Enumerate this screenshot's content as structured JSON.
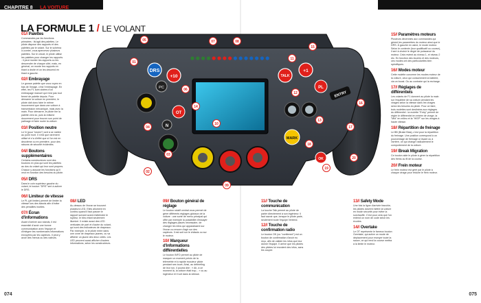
{
  "header": {
    "chapter": "CHAPITRE 8",
    "chapter_sub": "LA VOITURE"
  },
  "title": {
    "main": "LA FORMULE 1",
    "sub": "LE VOLANT"
  },
  "left_items": [
    {
      "num": "01",
      "title": "Palettes",
      "text": "Commandes par les fonctions primaires : ils'agit des palettes. Le pilote dispose des rapports et des palettes par le volant. Sur le schéma ci-contre, vous apercevez plusieurs palettes. Sur le circuit, le pilote utilise les palettes pour changer les rapports : il peut monter les rapports ou les descendre de chaque côté, mais, en général, on monte les rapports en tirant à droite et on les descend en tirant à gauche."
    },
    {
      "num": "02",
      "title": "Embrayage",
      "text": "Le grosse palette que vous voyez en bas de l'image, c'est l'embrayage. En effet, les F1 sont dotées d'un embrayage manuel qui n'est pas tout fermé de palette depuis. Pour démarrer la voiture en première, le pilote doit donc faire le même mouvement que dans une voiture à transmission mécanique, mais avec la main. Pour démarrer, le pilote tire la palette vers lui, puis la relâche doucement pour trouver son point de patinage et faire rouler la voiture."
    },
    {
      "num": "03",
      "title": "Position neutre",
      "text": "Le N (pour \"neutre\") sert à se mettre au point mort. Il n'est que rarement utilisé et n'a d'effet que si l'on est en deuxième ou en première, pour des raisons de sécurité évidentes."
    },
    {
      "num": "04",
      "title": "Boutons supplémentaires",
      "text": "Certains constructeurs sont des boutons en plus qui sont les palettes au dos du volant qui leur sont propres. Chacun y associe les fonctions qu'il veut en fonction des besoins du pilote."
    },
    {
      "num": "05",
      "title": "DRS",
      "text": "Dans le coin supérieur gauche du volant, le bouton \"DRS\" sert à activer le DRS."
    },
    {
      "num": "06",
      "title": "Limiteur de vitesse",
      "text": "Le PL (pit limiter) permet de limiter la vitesse lors des stands afin d'éviter des pénalités inutiles."
    },
    {
      "num": "07",
      "title": "Écran d'informations",
      "text": "Avant d'arriver aux stands, il est essentiel d'avoir une bonne communication avec l'équipe et d'intégrer les nombreuses informations envoyées par les capteurs. Il peut y avoir des menus ou des valeurs."
    }
  ],
  "bottom_items": [
    {
      "num": "08",
      "title": "LED",
      "text": "Au-dessus de l'écran se trouvent plusieurs LED. Elles allument en continu quand il faut passer le rapport suivant avant d'atteindre le rupteur, le bleu étant seulement illuminé. Il existe aussi des LED verticales de part et d'autre du volant, qui sont des indicateurs de drapeaux. Par exemple, si le pilote entre dans une zone de drapeaux jaunes, ou va afficher un jaune des deux côtés. Les LED peuvent aussi afficher d'autres informations, selon les constructeurs."
    },
    {
      "num": "09",
      "title": "Bouton général de réglage",
      "text": "Le bouton rotatif central vous permet de gérer différents réglages globaux de la voiture : une sorte de menu principal qui offre par exemple la possibilité d'essayer des réglages placés nécessaire, de changer les infos qui apparaissent sur l'écran ou encore d'agir sur des capteurs. Il est soit sur le châssis ou sur le moteur."
    },
    {
      "num": "10",
      "title": "Marqueur d'informations différentielles",
      "text": "Le bouton INFO permet au pilote de marquer un moment précis de la télémétrie et à rapide écouteur pilote pendant ses tours. Ainsi, au débriefing de leur run, il pourra dire : « Ah, à ce moment là, la voiture était trop... » ou au ingénieur et il voit dans la vitesse."
    },
    {
      "num": "11",
      "title": "Touche de communication",
      "text": "La touche Talk permet au pilote de parler directement à son ingénieur. Il faut savoir que, lorsque le pilote parle, seulement toute l'équipe l'entend."
    },
    {
      "num": "12",
      "title": "Touche de confirmation radio",
      "text": "Le bouton OK (ou \"confirmed\") est un bouton de confirmation d'avoir eu reçu, afin de valider les infos que leur donne l'équipe. Il arrive que les pilotes des pilotes lui envoient des infos, sans les couper."
    },
    {
      "num": "13",
      "title": "Safety Mode",
      "text": "Une fois la ligne d'arrivée franchie, les pilotes doivent mettre la voiture en mode sécurité pour éviter la surchauffe. C'est pour cela que l'on entend un nom de code selon les écuries."
    },
    {
      "num": "14",
      "title": "Overtake",
      "text": "Le OT représente le fameux bouton Overtake, qui active un mode de déplacement pour envoyer toute la sauce, ce qui rend la course mettra à la limite le moteur."
    }
  ],
  "right_items": [
    {
      "num": "15",
      "title": "Paramètres moteurs",
      "text": "Plusieurs décennies aux commandes qui gèrent les paramètres du moteur ainsi que le DRS. À gauche en usine, le mode moteur. Selon le contexte (tour qualificatif ou course), il sert à choisir le degré de puissance du moteur. Cela revient au niveau 1, et niveau 2 etc. En fonction des écuries et des moteurs, ces modes ont des particularités bien spécifiques."
    },
    {
      "num": "16",
      "title": "Modes moteur",
      "text": "Cette molette concerne les modes moteur de la voiture, ceux qui consomment la batterie, via un boost. Ou au contraire qui la recharge."
    },
    {
      "num": "17",
      "title": "Réglages de différentiels",
      "text": "Les volants de F1 donnent au pilote la main sur l'équilibre de sa voiture pendant les virages selon la vitesse dans les virages selon les besoins du pilote. Pour ce faire, trois molettes sont destinées aux réglages du différentiel : la molette \"Entry\" permet de régler le différentiel en entrée de virage, la \"Mid\" en milieu et la \"HiSP\" sur les virages à haute vitesse."
    },
    {
      "num": "18",
      "title": "Répartition de freinage",
      "text": "Le BB (Brake Bias), c'est pour la répartition du freinage. Une position correspond à un pourcentage de freinage à l'avant ou à l'arrière, ce qui change radicalement le comportement de la voiture."
    },
    {
      "num": "19",
      "title": "Break Migration",
      "text": "Ce bouton aide le pilote à gérer la répartition des freins au fil de la course."
    },
    {
      "num": "20",
      "title": "Frein moteur",
      "text": "Le frein moteur est géré par le pilote à chaque virage pour réduire le frein moteur."
    }
  ],
  "wheel": {
    "buttons": {
      "drs": "DRS",
      "plus10_left": "+10",
      "pc": "PC",
      "talk": "TALK",
      "plus1": "+1",
      "pl": "PL",
      "ot": "OT",
      "n": "N",
      "mark": "MARK",
      "entry": "ENTRY",
      "ok": "OK"
    },
    "callouts": [
      "05",
      "07",
      "01",
      "02",
      "03",
      "04",
      "06",
      "08",
      "09",
      "10",
      "11",
      "12",
      "13",
      "14",
      "15",
      "16",
      "17",
      "18",
      "19",
      "20"
    ]
  },
  "pages": {
    "left": "074",
    "right": "075"
  },
  "colors": {
    "accent": "#e0201b",
    "wheel_body": "#3a3f47",
    "screen": "#15a0c8"
  }
}
